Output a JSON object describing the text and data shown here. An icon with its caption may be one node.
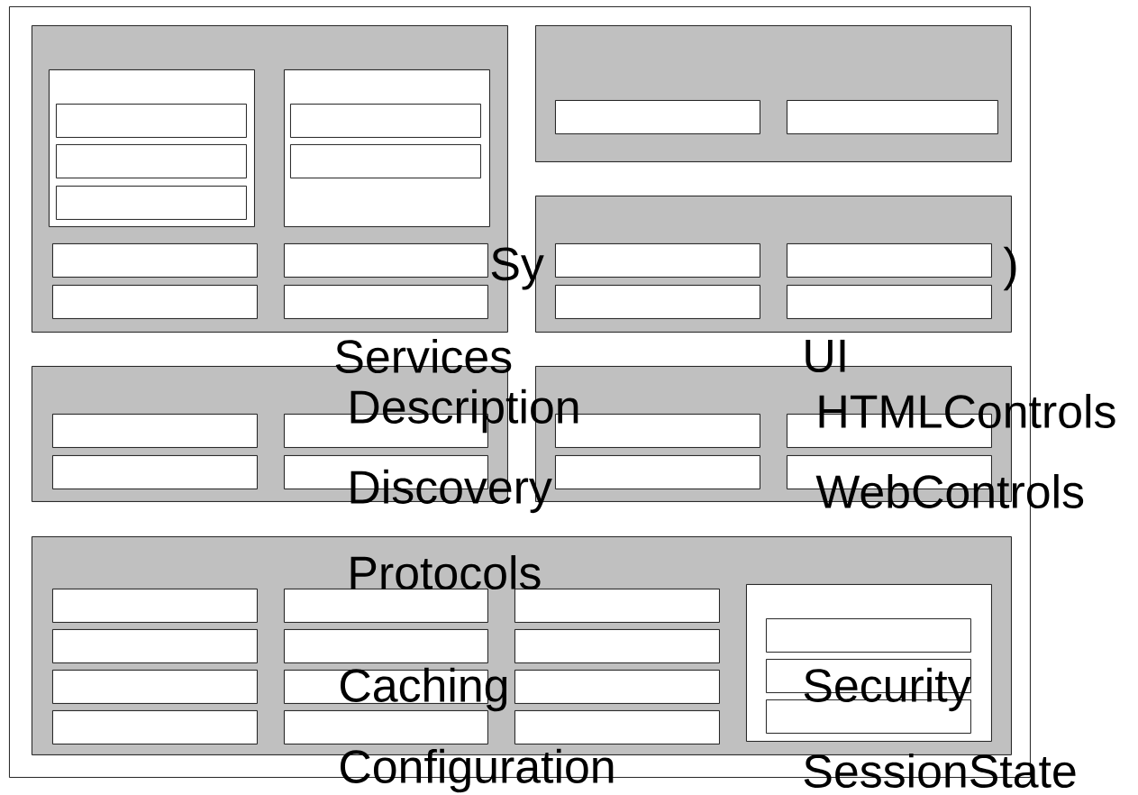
{
  "diagram": {
    "nodes": [
      {
        "text": [],
        "shape": "box"
      },
      {
        "text": [],
        "shape": "box",
        "in": 0
      },
      {
        "text": [],
        "shape": "box",
        "in": 1
      },
      {
        "text": [],
        "shape": "box",
        "in": 2
      },
      {
        "text": [],
        "shape": "box",
        "in": 2
      },
      {
        "text": [],
        "shape": "box",
        "in": 2
      },
      {
        "text": [],
        "shape": "box",
        "in": 1
      },
      {
        "text": [],
        "shape": "box",
        "in": 6
      },
      {
        "text": [],
        "shape": "box",
        "in": 6
      },
      {
        "text": [],
        "shape": "box",
        "in": 1
      },
      {
        "text": [],
        "shape": "box",
        "in": 1
      },
      {
        "text": [],
        "shape": "box",
        "in": 1
      },
      {
        "text": [],
        "shape": "box",
        "in": 1
      },
      {
        "text": [],
        "shape": "box",
        "in": 0
      },
      {
        "text": [],
        "shape": "box",
        "in": 13
      },
      {
        "text": [],
        "shape": "box",
        "in": 13
      },
      {
        "text": [],
        "shape": "box",
        "in": 0
      },
      {
        "text": [],
        "shape": "box",
        "in": 16
      },
      {
        "text": [],
        "shape": "box",
        "in": 16
      },
      {
        "text": [],
        "shape": "box",
        "in": 16
      },
      {
        "text": [],
        "shape": "box",
        "in": 16
      },
      {
        "text": [],
        "shape": "box",
        "in": 0
      },
      {
        "text": [],
        "shape": "box",
        "in": 21
      },
      {
        "text": [],
        "shape": "box",
        "in": 21
      },
      {
        "text": [],
        "shape": "box",
        "in": 21
      },
      {
        "text": [],
        "shape": "box",
        "in": 21
      },
      {
        "text": [],
        "shape": "box",
        "in": 0
      },
      {
        "text": [],
        "shape": "box",
        "in": 26
      },
      {
        "text": [],
        "shape": "box",
        "in": 26
      },
      {
        "text": [],
        "shape": "box",
        "in": 26
      },
      {
        "text": [],
        "shape": "box",
        "in": 26
      },
      {
        "text": [],
        "shape": "box",
        "in": 0
      },
      {
        "text": [],
        "shape": "box",
        "in": 31
      },
      {
        "text": [],
        "shape": "box",
        "in": 31
      },
      {
        "text": [],
        "shape": "box",
        "in": 31
      },
      {
        "text": [],
        "shape": "box",
        "in": 31
      },
      {
        "text": [],
        "shape": "box",
        "in": 31
      },
      {
        "text": [],
        "shape": "box",
        "in": 31
      },
      {
        "text": [],
        "shape": "box",
        "in": 31
      },
      {
        "text": [],
        "shape": "box",
        "in": 31
      },
      {
        "text": [],
        "shape": "box",
        "in": 31
      },
      {
        "text": [],
        "shape": "box",
        "in": 31
      },
      {
        "text": [],
        "shape": "box",
        "in": 31
      },
      {
        "text": [],
        "shape": "box",
        "in": 31
      },
      {
        "text": [],
        "shape": "box",
        "in": 31
      },
      {
        "text": [],
        "shape": "box",
        "in": 44
      },
      {
        "text": [],
        "shape": "box",
        "in": 44
      },
      {
        "text": [],
        "shape": "box",
        "in": 44
      }
    ],
    "labels": [
      "Sy",
      ")",
      "Services",
      "UI",
      "Description",
      "HTMLControls",
      "Discovery",
      "WebControls",
      "Protocols",
      "Caching",
      "Security",
      "Configuration",
      "SessionState"
    ]
  }
}
